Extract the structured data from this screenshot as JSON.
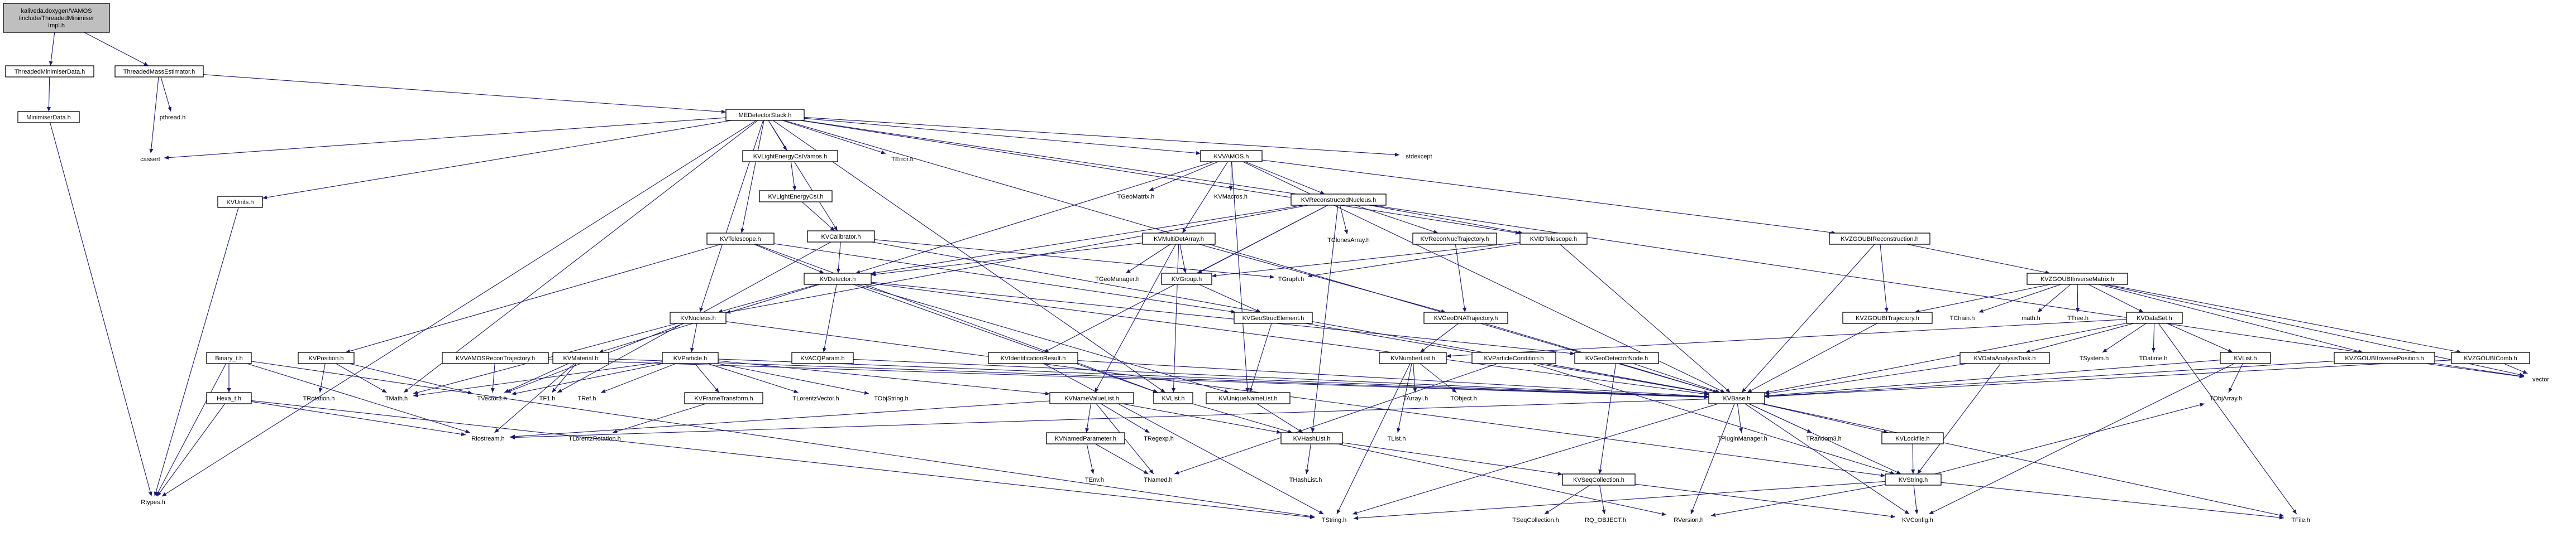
{
  "nodes": [
    {
      "id": "root",
      "lines": [
        "kaliveda.doxygen/VAMOS",
        "/include/ThreadedMinimiser",
        "Impl.h"
      ],
      "style": "root"
    },
    {
      "id": "tmd",
      "lines": [
        "ThreadedMinimiserData.h"
      ]
    },
    {
      "id": "tme",
      "lines": [
        "ThreadedMassEstimator.h"
      ]
    },
    {
      "id": "md",
      "lines": [
        "MinimiserData.h"
      ]
    },
    {
      "id": "mds",
      "lines": [
        "MEDetectorStack.h"
      ]
    },
    {
      "id": "pthread",
      "lines": [
        "pthread.h"
      ],
      "style": "bare"
    },
    {
      "id": "cassert",
      "lines": [
        "cassert"
      ],
      "style": "bare"
    },
    {
      "id": "kvunits",
      "lines": [
        "KVUnits.h"
      ]
    },
    {
      "id": "rtypes",
      "lines": [
        "Rtypes.h"
      ],
      "style": "bare"
    },
    {
      "id": "lightgas",
      "lines": [
        "KVLightEnergyCsIVamos.h"
      ]
    },
    {
      "id": "lightcsi",
      "lines": [
        "KVLightEnergyCsI.h"
      ]
    },
    {
      "id": "calib",
      "lines": [
        "KVCalibrator.h"
      ]
    },
    {
      "id": "terror",
      "lines": [
        "TError.h"
      ],
      "style": "bare"
    },
    {
      "id": "kvvamos",
      "lines": [
        "KVVAMOS.h"
      ]
    },
    {
      "id": "stdexcept",
      "lines": [
        "stdexcept"
      ],
      "style": "bare"
    },
    {
      "id": "tgeomatrix",
      "lines": [
        "TGeoMatrix.h"
      ],
      "style": "bare"
    },
    {
      "id": "kvmacros",
      "lines": [
        "KVMacros.h"
      ],
      "style": "bare"
    },
    {
      "id": "recnuc",
      "lines": [
        "KVReconstructedNucleus.h"
      ]
    },
    {
      "id": "tclonesarray",
      "lines": [
        "TClonesArray.h"
      ],
      "style": "bare"
    },
    {
      "id": "multidet",
      "lines": [
        "KVMultiDetArray.h"
      ]
    },
    {
      "id": "recnuctraj",
      "lines": [
        "KVReconNucTrajectory.h"
      ]
    },
    {
      "id": "idtel",
      "lines": [
        "KVIDTelescope.h"
      ]
    },
    {
      "id": "zgoubirec",
      "lines": [
        "KVZGOUBIReconstruction.h"
      ]
    },
    {
      "id": "telescope",
      "lines": [
        "KVTelescope.h"
      ]
    },
    {
      "id": "detector",
      "lines": [
        "KVDetector.h"
      ]
    },
    {
      "id": "tgraph",
      "lines": [
        "TGraph.h"
      ],
      "style": "bare"
    },
    {
      "id": "group",
      "lines": [
        "KVGroup.h"
      ]
    },
    {
      "id": "tgeomanager",
      "lines": [
        "TGeoManager.h"
      ],
      "style": "bare"
    },
    {
      "id": "zgoubiinv",
      "lines": [
        "KVZGOUBIInverseMatrix.h"
      ]
    },
    {
      "id": "nucleus",
      "lines": [
        "KVNucleus.h"
      ]
    },
    {
      "id": "geostruct",
      "lines": [
        "KVGeoStrucElement.h"
      ]
    },
    {
      "id": "geodnatraj",
      "lines": [
        "KVGeoDNATrajectory.h"
      ]
    },
    {
      "id": "zgoubitraj",
      "lines": [
        "KVZGOUBITrajectory.h"
      ]
    },
    {
      "id": "tchain",
      "lines": [
        "TChain.h"
      ],
      "style": "bare"
    },
    {
      "id": "mathh",
      "lines": [
        "math.h"
      ],
      "style": "bare"
    },
    {
      "id": "ttree",
      "lines": [
        "TTree.h"
      ],
      "style": "bare"
    },
    {
      "id": "dataset",
      "lines": [
        "KVDataSet.h"
      ]
    },
    {
      "id": "binary",
      "lines": [
        "Binary_t.h"
      ]
    },
    {
      "id": "position",
      "lines": [
        "KVPosition.h"
      ]
    },
    {
      "id": "vamosrecontraj",
      "lines": [
        "KVVAMOSReconTrajectory.h"
      ]
    },
    {
      "id": "material",
      "lines": [
        "KVMaterial.h"
      ]
    },
    {
      "id": "particle",
      "lines": [
        "KVParticle.h"
      ]
    },
    {
      "id": "acqparam",
      "lines": [
        "KVACQParam.h"
      ]
    },
    {
      "id": "idresult",
      "lines": [
        "KVIdentificationResult.h"
      ]
    },
    {
      "id": "numberlist",
      "lines": [
        "KVNumberList.h"
      ]
    },
    {
      "id": "partcond",
      "lines": [
        "KVParticleCondition.h"
      ]
    },
    {
      "id": "geodetnode",
      "lines": [
        "KVGeoDetectorNode.h"
      ]
    },
    {
      "id": "dataanalysis",
      "lines": [
        "KVDataAnalysisTask.h"
      ]
    },
    {
      "id": "tsystem",
      "lines": [
        "TSystem.h"
      ],
      "style": "bare"
    },
    {
      "id": "tdatime",
      "lines": [
        "TDatime.h"
      ],
      "style": "bare"
    },
    {
      "id": "kvlist",
      "lines": [
        "KVList.h"
      ]
    },
    {
      "id": "zgoubiinvpos",
      "lines": [
        "KVZGOUBIInversePosition.h"
      ]
    },
    {
      "id": "zgoubicomb",
      "lines": [
        "KVZGOUBIComb.h"
      ]
    },
    {
      "id": "vector",
      "lines": [
        "vector"
      ],
      "style": "bare"
    },
    {
      "id": "hexa",
      "lines": [
        "Hexa_t.h"
      ]
    },
    {
      "id": "trotation",
      "lines": [
        "TRotation.h"
      ],
      "style": "bare"
    },
    {
      "id": "tmath",
      "lines": [
        "TMath.h"
      ],
      "style": "bare"
    },
    {
      "id": "tvector3",
      "lines": [
        "TVector3.h"
      ],
      "style": "bare"
    },
    {
      "id": "tf1",
      "lines": [
        "TF1.h"
      ],
      "style": "bare"
    },
    {
      "id": "tref",
      "lines": [
        "TRef.h"
      ],
      "style": "bare"
    },
    {
      "id": "frametransform",
      "lines": [
        "KVFrameTransform.h"
      ]
    },
    {
      "id": "tlorentzvector",
      "lines": [
        "TLorentzVector.h"
      ],
      "style": "bare"
    },
    {
      "id": "tobjstring",
      "lines": [
        "TObjString.h"
      ],
      "style": "bare"
    },
    {
      "id": "namevaluelist",
      "lines": [
        "KVNameValueList.h"
      ]
    },
    {
      "id": "kvlisth",
      "lines": [
        "KVList.h"
      ]
    },
    {
      "id": "uniquenamelist",
      "lines": [
        "KVUniqueNameList.h"
      ]
    },
    {
      "id": "tarray",
      "lines": [
        "TArrayI.h"
      ],
      "style": "bare"
    },
    {
      "id": "tobject",
      "lines": [
        "TObject.h"
      ],
      "style": "bare"
    },
    {
      "id": "kvbase",
      "lines": [
        "KVBase.h"
      ]
    },
    {
      "id": "tobjarray",
      "lines": [
        "TObjArray.h"
      ],
      "style": "bare"
    },
    {
      "id": "riostream",
      "lines": [
        "Riostream.h"
      ],
      "style": "bare"
    },
    {
      "id": "tlorentzrot",
      "lines": [
        "TLorentzRotation.h"
      ],
      "style": "bare"
    },
    {
      "id": "namedparam",
      "lines": [
        "KVNamedParameter.h"
      ]
    },
    {
      "id": "tregexp",
      "lines": [
        "TRegexp.h"
      ],
      "style": "bare"
    },
    {
      "id": "hashlist",
      "lines": [
        "KVHashList.h"
      ]
    },
    {
      "id": "tlist",
      "lines": [
        "TList.h"
      ],
      "style": "bare"
    },
    {
      "id": "tpluginmanager",
      "lines": [
        "TPluginManager.h"
      ],
      "style": "bare"
    },
    {
      "id": "trandom3",
      "lines": [
        "TRandom3.h"
      ],
      "style": "bare"
    },
    {
      "id": "locfile",
      "lines": [
        "KVLockfile.h"
      ]
    },
    {
      "id": "tenv",
      "lines": [
        "TEnv.h"
      ],
      "style": "bare"
    },
    {
      "id": "tnamed",
      "lines": [
        "TNamed.h"
      ],
      "style": "bare"
    },
    {
      "id": "thashlist",
      "lines": [
        "THashList.h"
      ],
      "style": "bare"
    },
    {
      "id": "seqcollection",
      "lines": [
        "KVSeqCollection.h"
      ]
    },
    {
      "id": "kvstring",
      "lines": [
        "KVString.h"
      ]
    },
    {
      "id": "tseqcollection",
      "lines": [
        "TSeqCollection.h"
      ],
      "style": "bare"
    },
    {
      "id": "rqobject",
      "lines": [
        "RQ_OBJECT.h"
      ],
      "style": "bare"
    },
    {
      "id": "rversion",
      "lines": [
        "RVersion.h"
      ],
      "style": "bare"
    },
    {
      "id": "kvconfig",
      "lines": [
        "KVConfig.h"
      ],
      "style": "bare"
    },
    {
      "id": "tstring",
      "lines": [
        "TString.h"
      ],
      "style": "bare"
    },
    {
      "id": "tfile",
      "lines": [
        "TFile.h"
      ],
      "style": "bare"
    }
  ]
}
